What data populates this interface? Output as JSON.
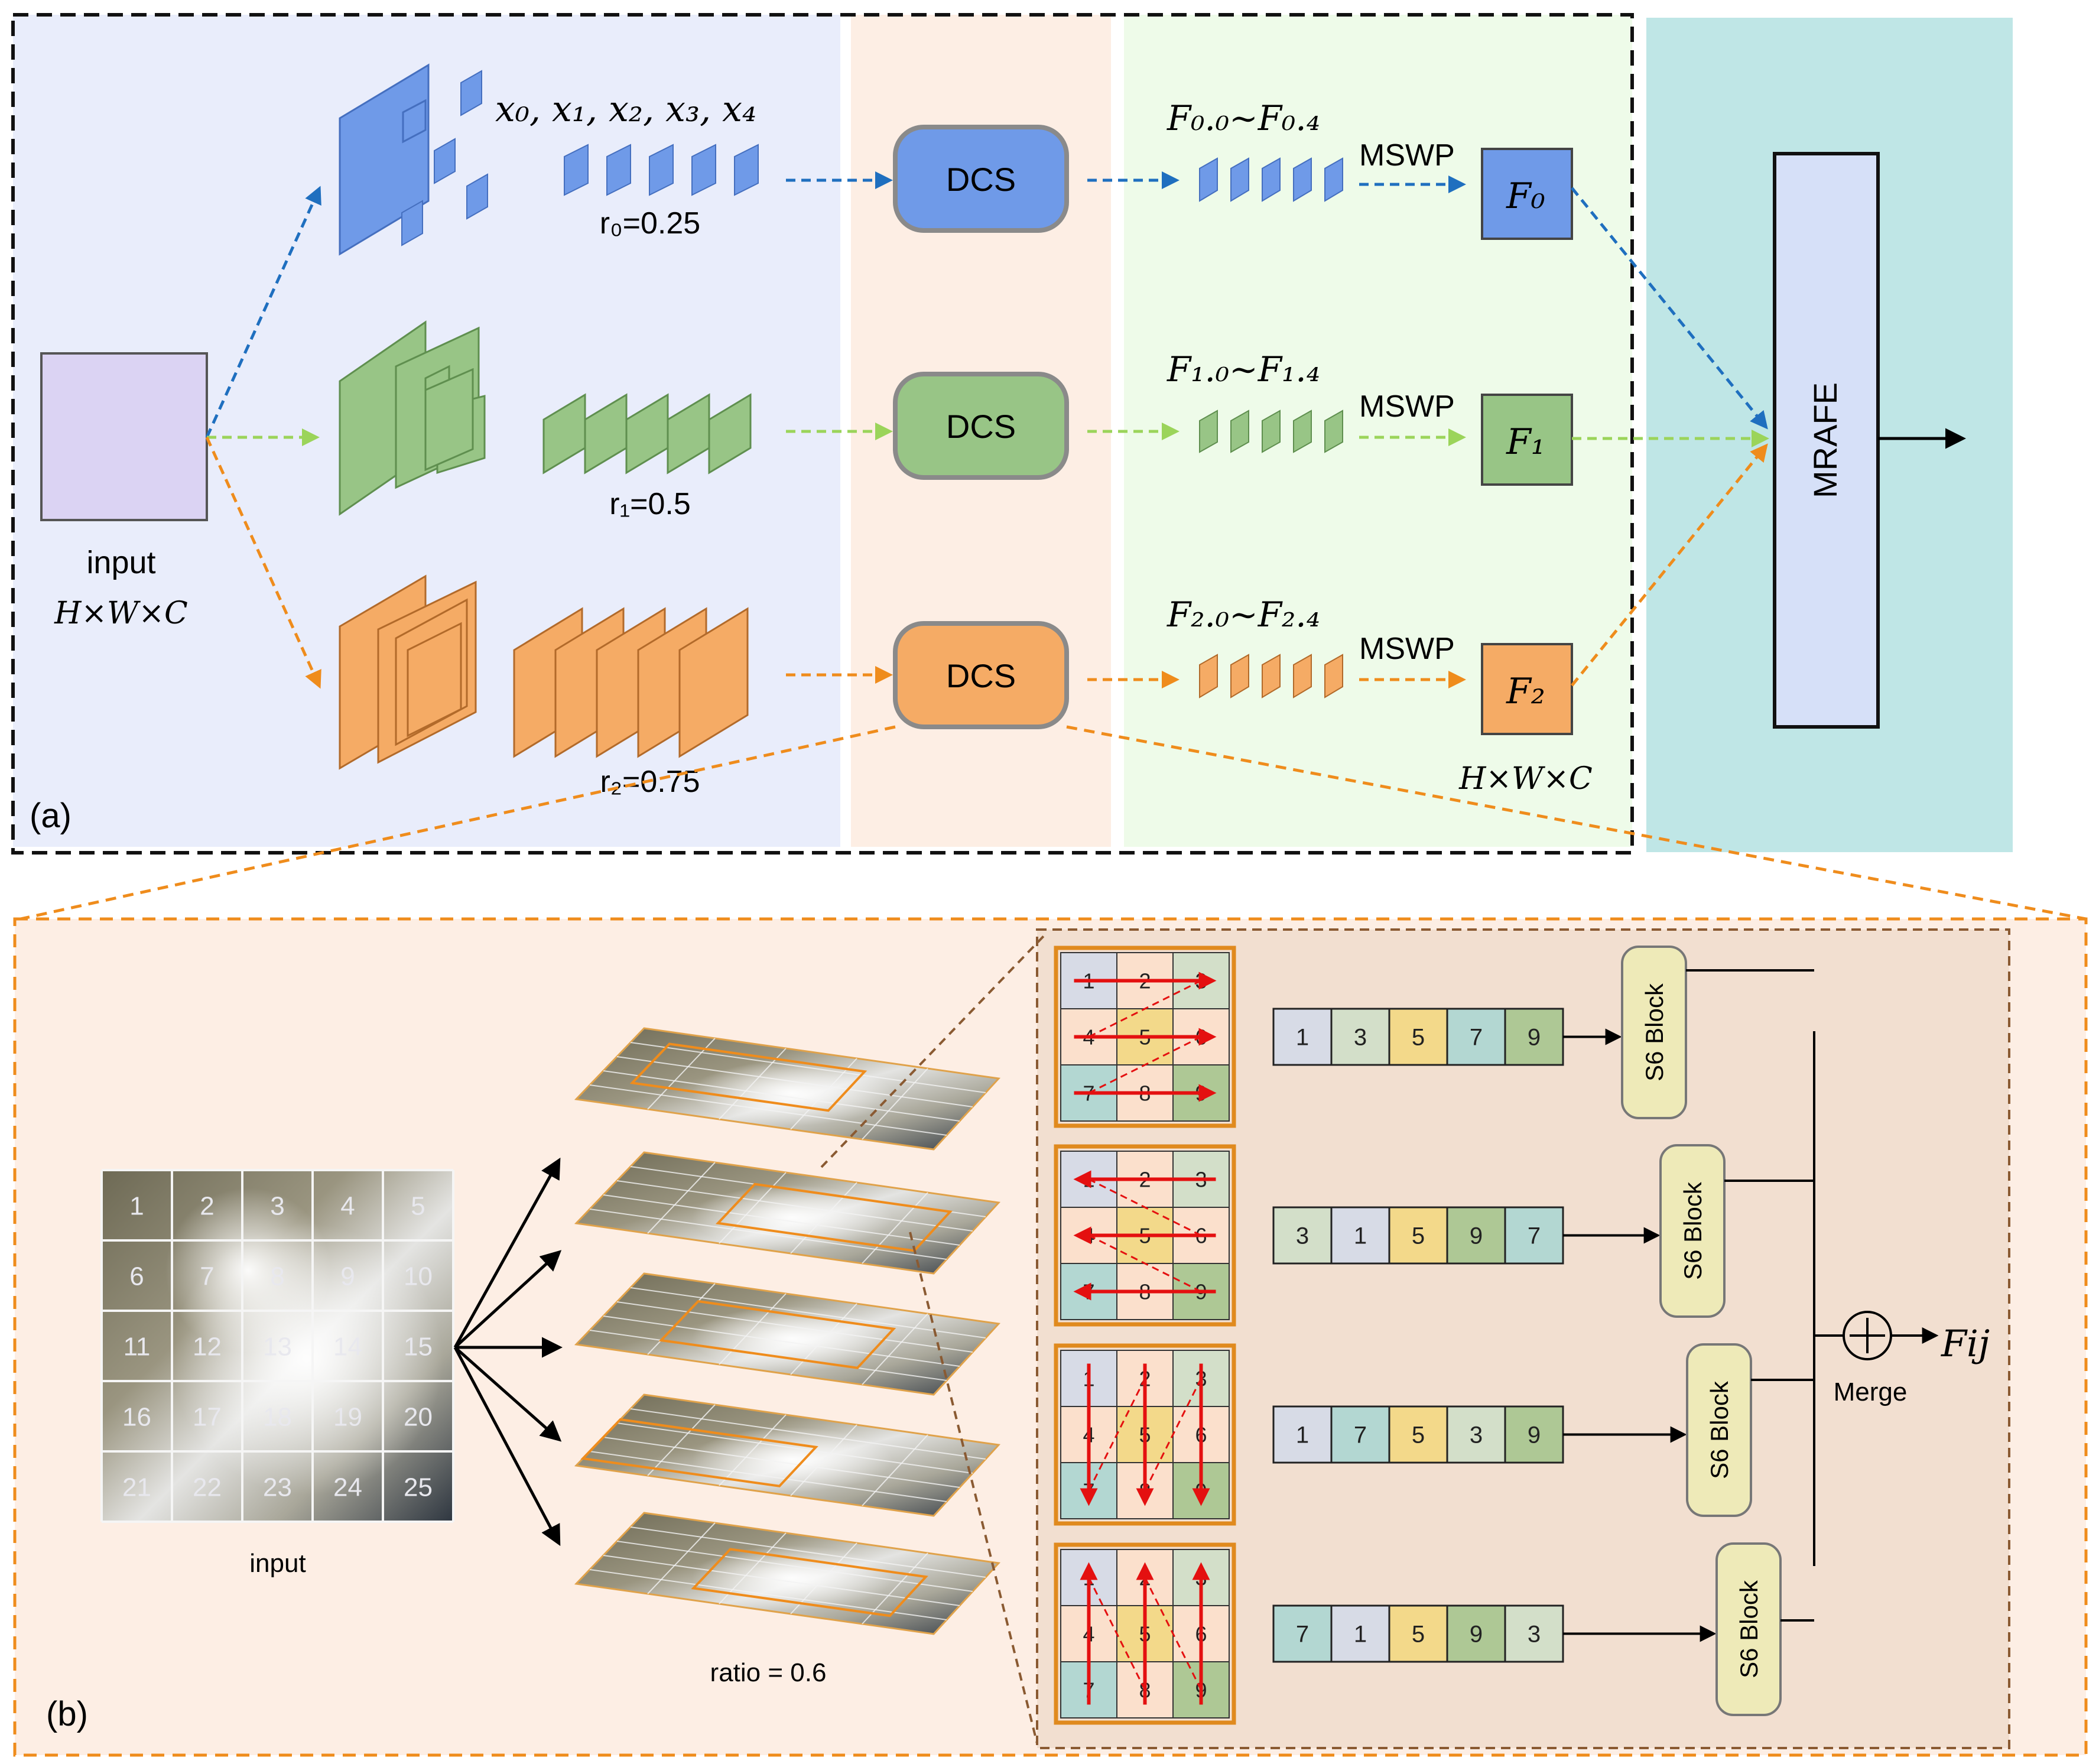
{
  "panel_a": {
    "label": "(a)",
    "input_label": "input",
    "input_dims": "H×W×C",
    "rows": [
      {
        "sub_label": "x₀, x₁, x₂, x₃, x₄",
        "ratio_label": "r₀=0.25",
        "dcs_label": "DCS",
        "seq_label": "F₀.₀∼F₀.₄",
        "mswp_label": "MSWP",
        "output_label": "F₀",
        "color": "#6f9ae8",
        "arrow_color": "#1f6fbf"
      },
      {
        "ratio_label": "r₁=0.5",
        "dcs_label": "DCS",
        "seq_label": "F₁.₀∼F₁.₄",
        "mswp_label": "MSWP",
        "output_label": "F₁",
        "color": "#98c586",
        "arrow_color": "#9bd45a"
      },
      {
        "ratio_label": "r₂=0.75",
        "dcs_label": "DCS",
        "seq_label": "F₂.₀∼F₂.₄",
        "mswp_label": "MSWP",
        "output_label": "F₂",
        "color": "#f5ab65",
        "arrow_color": "#ef8c1c"
      }
    ],
    "output_dims": "H×W×C",
    "mrafe_label": "MRAFE"
  },
  "panel_b": {
    "label": "(b)",
    "input_label": "input",
    "grid_numbers": [
      "1",
      "2",
      "3",
      "4",
      "5",
      "6",
      "7",
      "8",
      "9",
      "10",
      "11",
      "12",
      "13",
      "14",
      "15",
      "16",
      "17",
      "18",
      "19",
      "20",
      "21",
      "22",
      "23",
      "24",
      "25"
    ],
    "ratio_label": "ratio = 0.6",
    "scan_grid_numbers": [
      "1",
      "2",
      "3",
      "4",
      "5",
      "6",
      "7",
      "8",
      "9"
    ],
    "sequences": [
      [
        "1",
        "3",
        "5",
        "7",
        "9"
      ],
      [
        "3",
        "1",
        "5",
        "9",
        "7"
      ],
      [
        "1",
        "7",
        "5",
        "3",
        "9"
      ],
      [
        "7",
        "1",
        "5",
        "9",
        "3"
      ]
    ],
    "block_label": "S6 Block",
    "merge_label": "Merge",
    "output_label": "Fij",
    "colors": {
      "1": "#d7dbe6",
      "3": "#d3dfc9",
      "5": "#f3d98a",
      "7": "#b3d7d2",
      "9": "#aec895"
    }
  }
}
